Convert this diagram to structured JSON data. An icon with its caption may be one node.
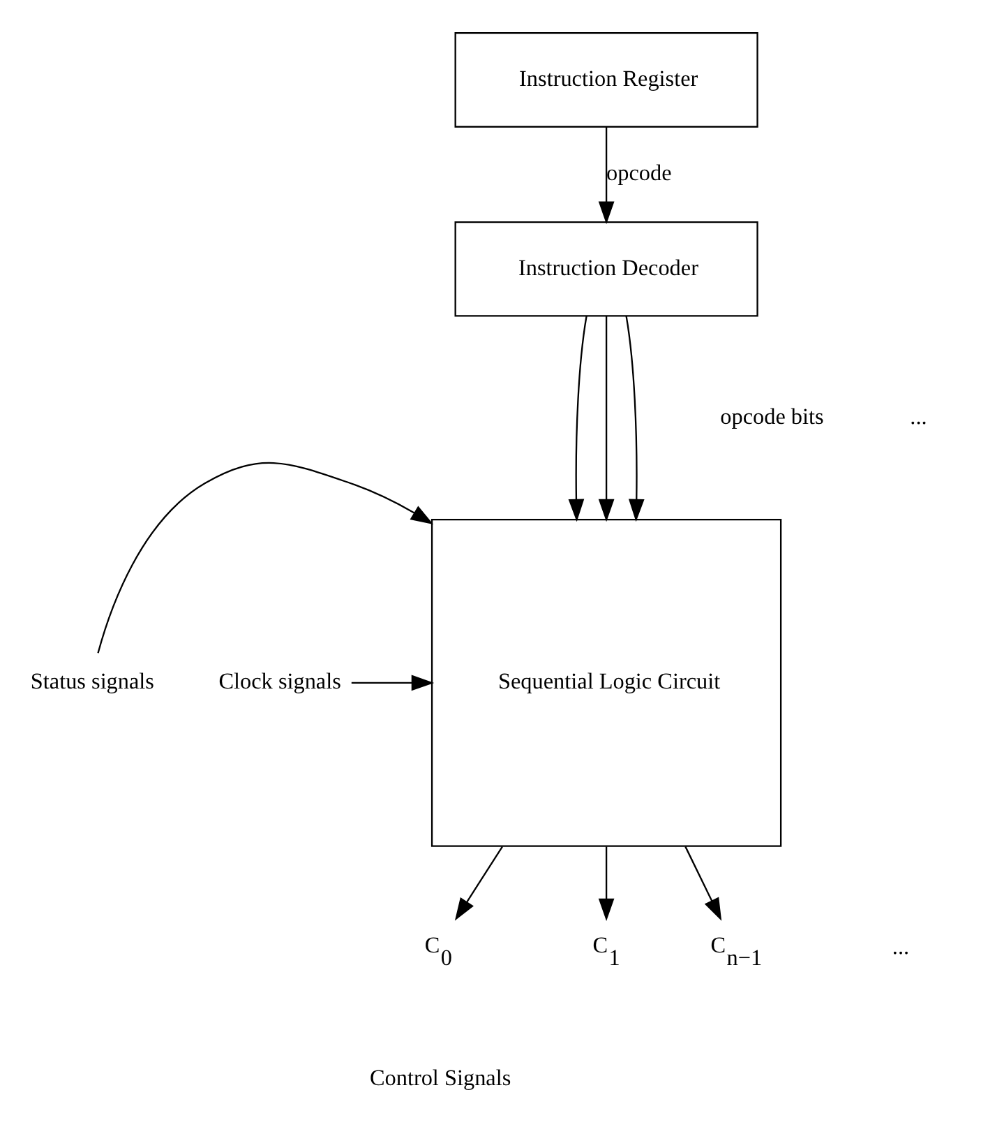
{
  "diagram": {
    "nodes": [
      {
        "text": [
          "Instruction Register"
        ]
      },
      {
        "text": [
          "Instruction Decoder"
        ]
      },
      {
        "text": [
          "Sequential Logic Circuit"
        ]
      },
      {
        "text": [
          "Status signals"
        ]
      },
      {
        "text": [
          "Clock signals"
        ]
      },
      {
        "text": [
          "C$_{0}$"
        ]
      },
      {
        "text": [
          "C$_{1}$"
        ]
      },
      {
        "text": [
          "C$_{n−1}$"
        ]
      }
    ],
    "edges": [
      {
        "from": 0,
        "to": 1,
        "arrow": "to",
        "label": "opcode"
      },
      {
        "from": 1,
        "to": 2,
        "arrow": "to"
      },
      {
        "from": 1,
        "to": 2,
        "arrow": "to"
      },
      {
        "from": 1,
        "to": 2,
        "arrow": "to"
      },
      {
        "from": 3,
        "to": 2,
        "arrow": "to"
      },
      {
        "from": 4,
        "to": 2,
        "arrow": "to"
      },
      {
        "from": 2,
        "to": 5,
        "arrow": "to"
      },
      {
        "from": 2,
        "to": 6,
        "arrow": "to"
      },
      {
        "from": 2,
        "to": 7,
        "arrow": "to"
      }
    ],
    "labels": [
      "opcode bits",
      "...",
      "...",
      "Control Signals"
    ]
  }
}
